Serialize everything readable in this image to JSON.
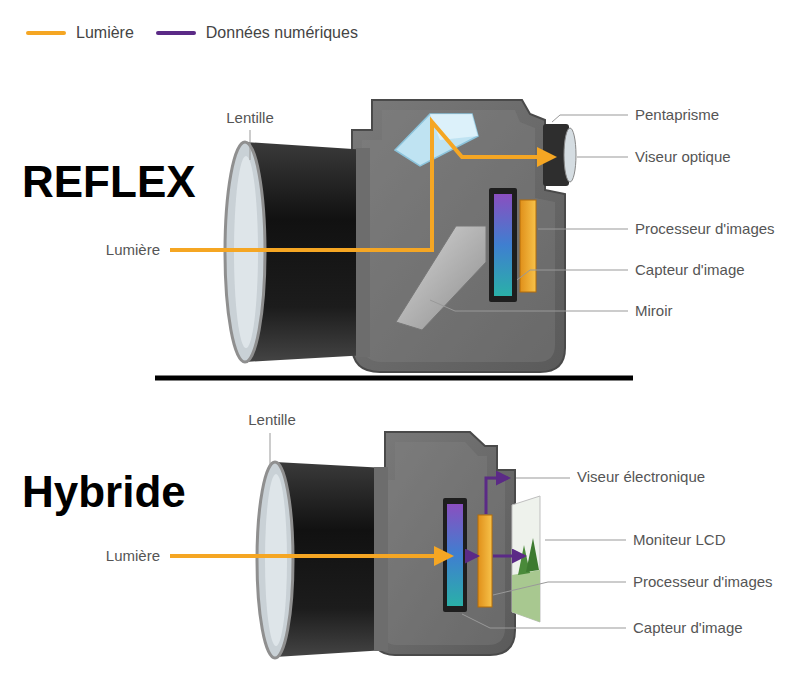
{
  "diagram": {
    "labels": [
      "REFLEX",
      "Lentille",
      "Lumière",
      "Pentaprisme",
      "Viseur optique",
      "Processeur d'images",
      "Capteur d'image",
      "Miroir",
      "Hybride",
      "Lentille",
      "Lumière",
      "Viseur électronique",
      "Moniteur LCD",
      "Processeur d'images",
      "Capteur d'image"
    ],
    "legend": [
      {
        "text": "Lumière",
        "color": "#f5a623"
      },
      {
        "text": "Données numériques",
        "color": "#5b2a86"
      }
    ]
  }
}
